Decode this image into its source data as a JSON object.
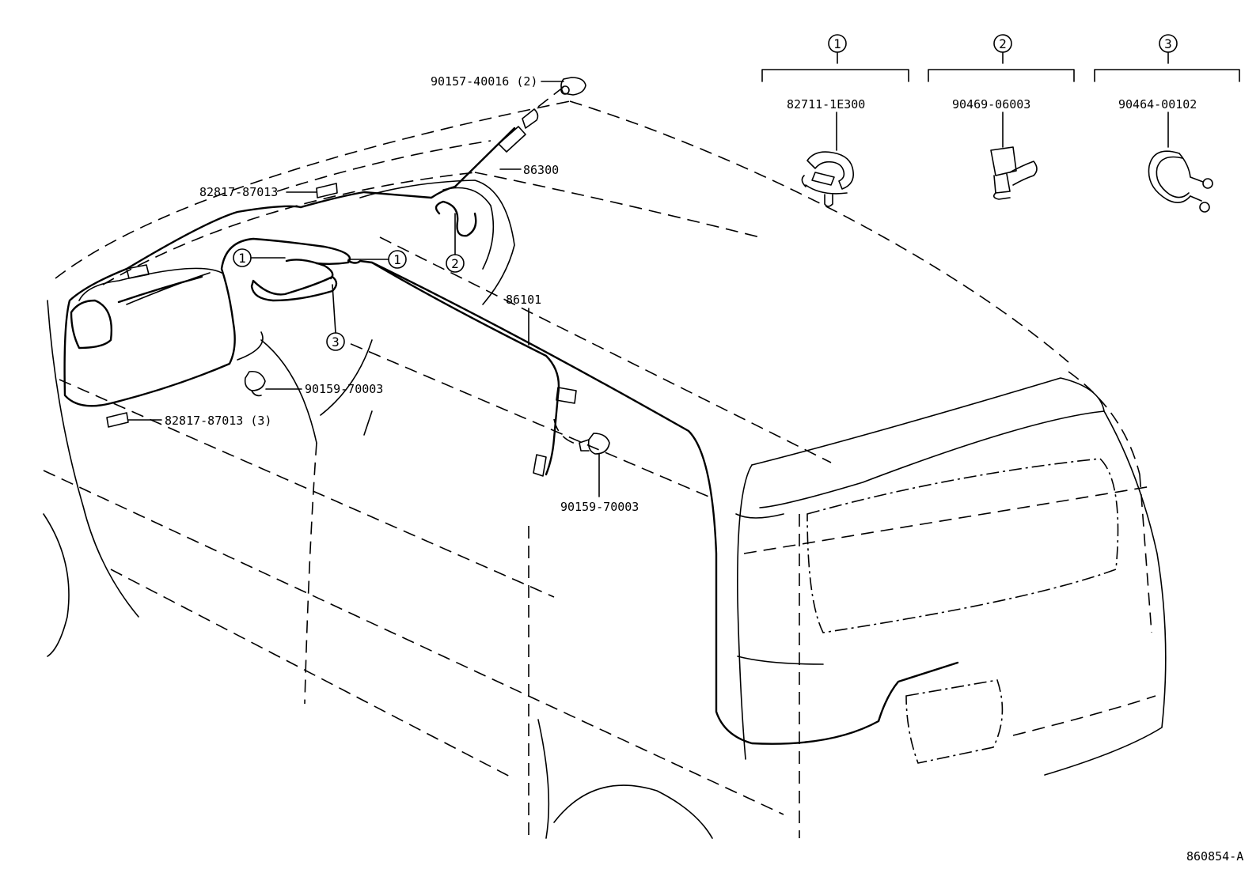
{
  "diagram_id": "860854-A",
  "callouts": {
    "c1": "1",
    "c2": "2",
    "c3": "3"
  },
  "legend": [
    {
      "callout": "1",
      "part_number": "82711-1E300"
    },
    {
      "callout": "2",
      "part_number": "90469-06003"
    },
    {
      "callout": "3",
      "part_number": "90464-00102"
    }
  ],
  "labels": {
    "nut_top": "90157-40016 (2)",
    "antenna": "86300",
    "pad_upper": "82817-87013",
    "cord": "86101",
    "clip_left": "90159-70003",
    "pad_lower": "82817-87013 (3)",
    "clip_right": "90159-70003"
  }
}
